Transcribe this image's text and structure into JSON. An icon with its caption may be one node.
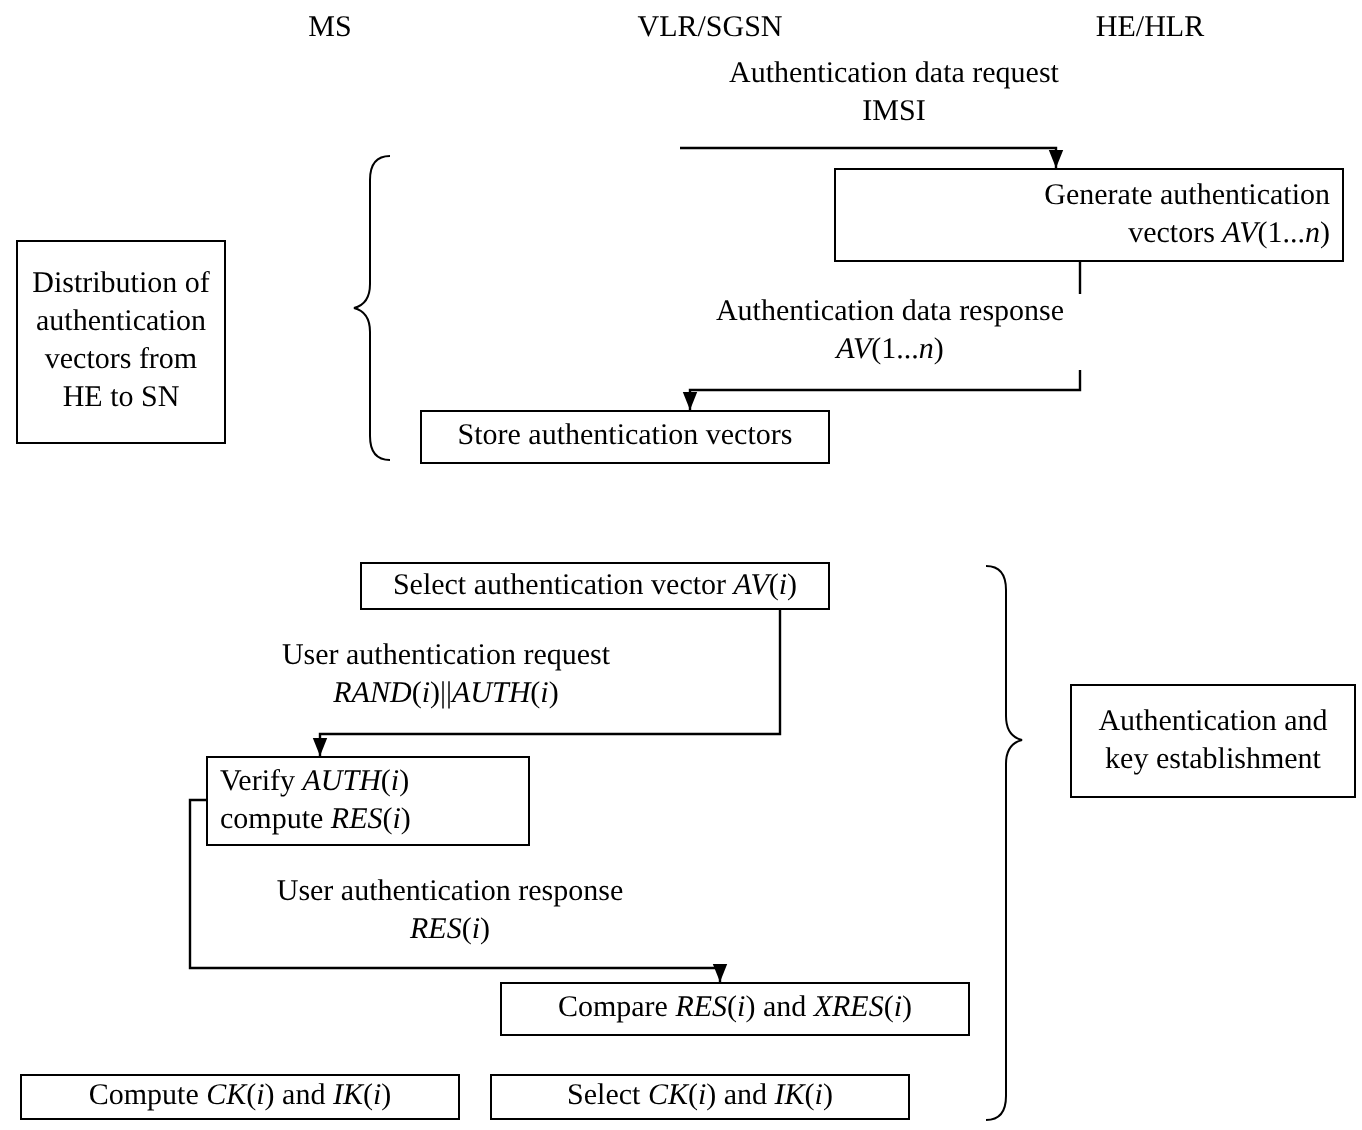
{
  "diagram": {
    "nodes": [
      {
        "text": [
          "Distribution of authentication vectors from HE to SN"
        ]
      },
      {
        "text": [
          "Generate authentication vectors *AV*(1...*n*)"
        ]
      },
      {
        "text": [
          "Store authentication vectors"
        ]
      },
      {
        "text": [
          "Select authentication vector *AV*(*i*)"
        ]
      },
      {
        "text": [
          "Verify *AUTH*(*i*) compute *RES*(*i*)"
        ]
      },
      {
        "text": [
          "Authentication and key establishment"
        ]
      },
      {
        "text": [
          "Compare *RES*(*i*) and *XRES*(*i*)"
        ]
      },
      {
        "text": [
          "Compute *CK*(*i*) and *IK*(*i*)"
        ]
      },
      {
        "text": [
          "Select *CK*(*i*) and *IK*(*i*)"
        ]
      }
    ],
    "edges": [
      {
        "from": null,
        "to": 1,
        "arrow": "to",
        "label": "Authentication data request IMSI"
      },
      {
        "from": 1,
        "to": 2,
        "arrow": "to",
        "label": "Authentication data response *AV*(1...*n*)"
      },
      {
        "from": 3,
        "to": 4,
        "arrow": "to",
        "label": "User authentication request *RAND*(*i*)||*AUTH*(*i*)"
      },
      {
        "from": 4,
        "to": 6,
        "arrow": "to",
        "label": "User authentication response *RES*(*i*)"
      }
    ],
    "labels": [
      "MS",
      "VLR/SGSN",
      "HE/HLR"
    ]
  }
}
